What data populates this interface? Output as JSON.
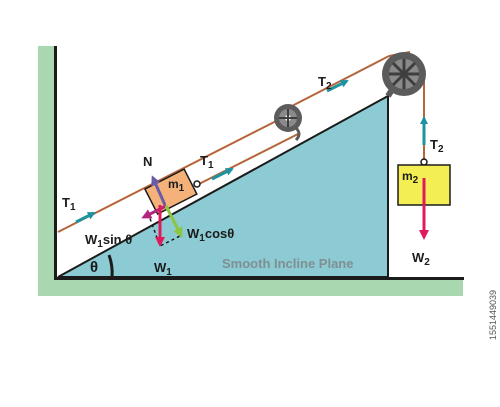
{
  "labels": {
    "normal": "N",
    "theta": "θ",
    "t1": "T",
    "t2": "T",
    "sub1": "1",
    "sub2": "2",
    "m1": "m",
    "m2": "m",
    "w1": "W",
    "w2": "W",
    "w1sin_w": "W",
    "w1sin_rest": "sin θ",
    "w1cos_w": "W",
    "w1cos_rest": "cosθ",
    "plane": "Smooth Incline Plane",
    "side_id": "1551449039"
  },
  "colors": {
    "wall": "#a9d8b0",
    "incline": "#8ccbd3",
    "block1": "#f4b27a",
    "block2": "#f4ee55",
    "rope": "#b5653a",
    "tension": "#1e93a0",
    "weight": "#e0195b",
    "normal": "#6a5aa8",
    "sin_component": "#b1257d",
    "cos_component": "#8cc63f",
    "pulley": "#5b5b5b"
  },
  "icons": [
    "pulley-top-icon",
    "pulley-small-icon"
  ]
}
